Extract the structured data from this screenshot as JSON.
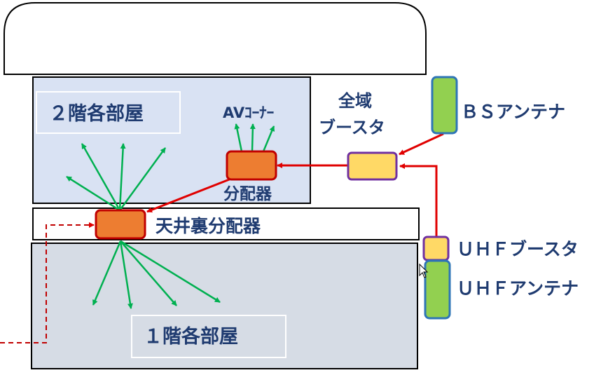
{
  "labels": {
    "room_2f": "２階各部屋",
    "room_1f": "１階各部屋",
    "av_corner": "AVｺｰﾅｰ",
    "splitter": "分配器",
    "attic_splitter": "天井裏分配器",
    "booster_line1": "全域",
    "booster_line2": "ブースタ",
    "bs_antenna": "ＢＳアンテナ",
    "uhf_booster": "ＵＨＦブースタ",
    "uhf_antenna": "ＵＨＦアンテナ"
  },
  "colors": {
    "floor2_fill": "#d9e2f3",
    "floor1_fill": "#d6dce5",
    "splitter_fill": "#ed7d31",
    "splitter_border": "#c00000",
    "booster_fill": "#ffd966",
    "booster_border": "#7030a0",
    "antenna_fill": "#92d050",
    "antenna_border": "#2e75b6",
    "signal_line": "#e00000",
    "distribution_line": "#00b050",
    "text": "#1f3b70"
  }
}
